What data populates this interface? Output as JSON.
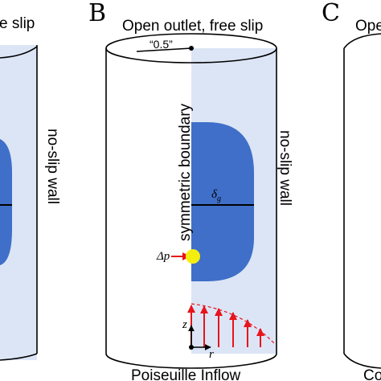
{
  "panels": {
    "a": {
      "top_label": "e slip",
      "wall_label": "no-slip wall"
    },
    "b": {
      "letter": "B",
      "top_label": "Open outlet, free slip",
      "radius_label": "“0.5”",
      "axis_label": "symmetric boundary",
      "wall_label": "no-slip wall",
      "gap_label": "δ",
      "gap_sub": "g",
      "pressure_label": "Δp",
      "z_label": "z",
      "r_label": "r",
      "bottom_label": "Poiseuille Inflow"
    },
    "c": {
      "letter": "C",
      "top_label": "Ope",
      "bottom_label": "Co"
    }
  },
  "colors": {
    "fluid_domain": "#dce5f5",
    "bubble": "#3f6fc8",
    "arrows": "#e8141c",
    "dot": "#f4ee0f"
  }
}
